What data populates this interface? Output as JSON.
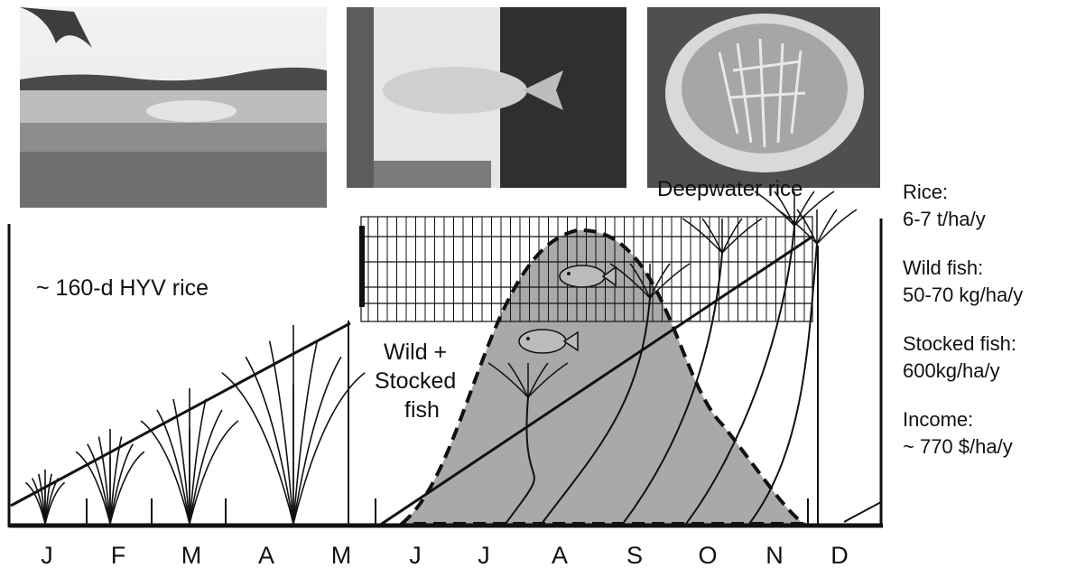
{
  "photos": [
    {
      "name": "photo-deepwater-rice-field"
    },
    {
      "name": "photo-person-holding-fish"
    },
    {
      "name": "photo-basket-of-small-fish"
    }
  ],
  "labels": {
    "hyv_rice": "~ 160-d HYV rice",
    "deepwater_rice": "Deepwater rice",
    "fish_line1": "Wild +",
    "fish_line2": "Stocked",
    "fish_line3": "fish"
  },
  "stats": {
    "rice_label": "Rice:",
    "rice_value": "6-7 t/ha/y",
    "wild_fish_label": "Wild fish:",
    "wild_fish_value": "50-70 kg/ha/y",
    "stocked_fish_label": "Stocked fish:",
    "stocked_fish_value": "600kg/ha/y",
    "income_label": "Income:",
    "income_value": "~ 770 $/ha/y"
  },
  "months": [
    "J",
    "F",
    "M",
    "A",
    "M",
    "J",
    "J",
    "A",
    "S",
    "O",
    "N",
    "D"
  ],
  "colors": {
    "flood_fill": "#a9a9a9",
    "line": "#111111",
    "photo_dark": "#3a3a3a",
    "photo_light": "#d8d8d8"
  }
}
